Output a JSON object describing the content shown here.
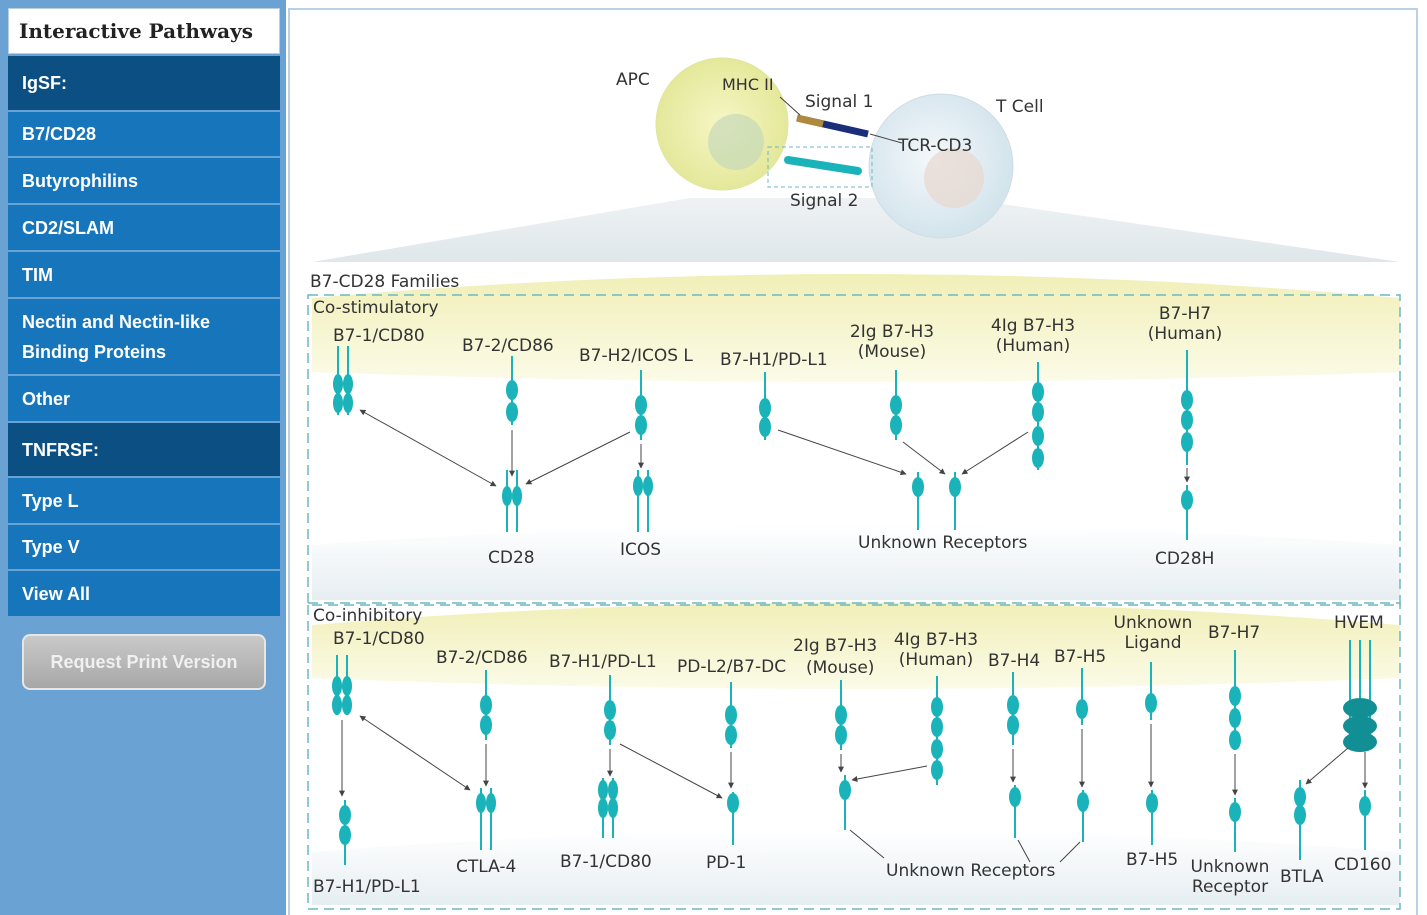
{
  "sidebar": {
    "title": "Interactive Pathways",
    "items": [
      {
        "label": "IgSF:",
        "kind": "category"
      },
      {
        "label": "B7/CD28",
        "kind": "link"
      },
      {
        "label": "Butyrophilins",
        "kind": "link"
      },
      {
        "label": "CD2/SLAM",
        "kind": "link"
      },
      {
        "label": "TIM",
        "kind": "link"
      },
      {
        "label": "Nectin and Nectin-like",
        "label2": "Binding Proteins",
        "kind": "link"
      },
      {
        "label": "Other",
        "kind": "link"
      },
      {
        "label": "TNFRSF:",
        "kind": "category"
      },
      {
        "label": "Type L",
        "kind": "link"
      },
      {
        "label": "Type V",
        "kind": "link"
      },
      {
        "label": "View All",
        "kind": "link"
      }
    ],
    "print_button": "Request Print Version"
  },
  "diagram": {
    "overview": {
      "apc": "APC",
      "mhc": "MHC II",
      "signal1": "Signal 1",
      "tcell": "T Cell",
      "tcr": "TCR-CD3",
      "signal2": "Signal 2"
    },
    "families_title": "B7-CD28 Families",
    "costim": {
      "title": "Co-stimulatory",
      "b7_1": "B7-1/CD80",
      "b7_2": "B7-2/CD86",
      "b7_h2": "B7-H2/ICOS L",
      "b7_h1": "B7-H1/PD-L1",
      "ig2_a": "2Ig B7-H3",
      "ig2_b": "(Mouse)",
      "ig4_a": "4Ig B7-H3",
      "ig4_b": "(Human)",
      "h7_a": "B7-H7",
      "h7_b": "(Human)",
      "cd28": "CD28",
      "icos": "ICOS",
      "unknown": "Unknown Receptors",
      "cd28h": "CD28H"
    },
    "coinhib": {
      "title": "Co-inhibitory",
      "b7_1": "B7-1/CD80",
      "b7_2": "B7-2/CD86",
      "b7_h1": "B7-H1/PD-L1",
      "pdl2": "PD-L2/B7-DC",
      "ig2_a": "2Ig B7-H3",
      "ig2_b": "(Mouse)",
      "ig4_a": "4Ig B7-H3",
      "ig4_b": "(Human)",
      "h4": "B7-H4",
      "h5": "B7-H5",
      "ul_a": "Unknown",
      "ul_b": "Ligand",
      "h7": "B7-H7",
      "hvem": "HVEM",
      "r_b7h1": "B7-H1/PD-L1",
      "ctla4": "CTLA-4",
      "r_b7_1": "B7-1/CD80",
      "pd1": "PD-1",
      "unknown": "Unknown Receptors",
      "r_h5": "B7-H5",
      "ur_a": "Unknown",
      "ur_b": "Receptor",
      "btla": "BTLA",
      "cd160": "CD160"
    }
  },
  "colors": {
    "category": "#0c4f82",
    "link": "#1675bb",
    "sidebar_bg": "#6aa3d3",
    "molecule": "#1ab3b9",
    "membrane_top": "#f5f3c9",
    "dashed_border": "#6cb7c4"
  }
}
